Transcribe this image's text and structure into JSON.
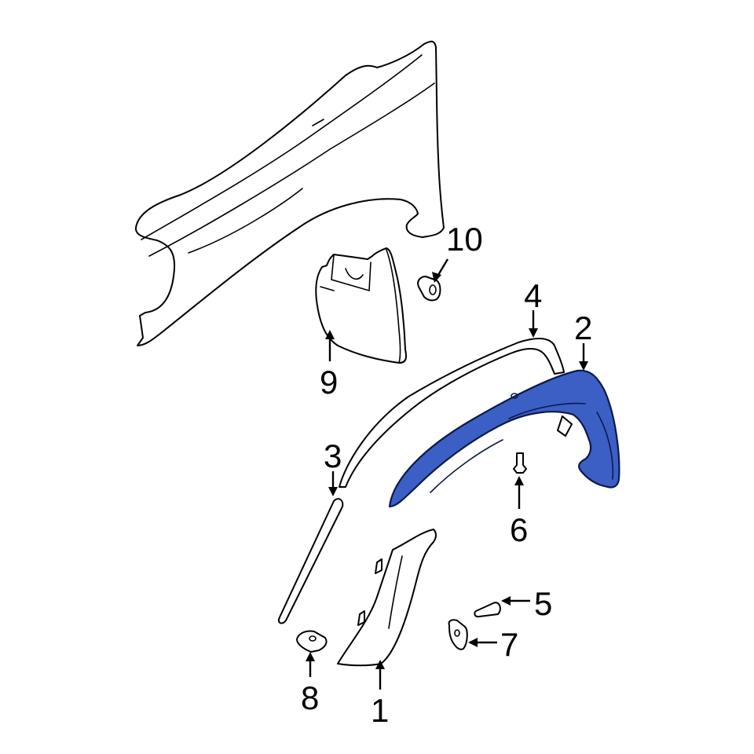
{
  "diagram": {
    "type": "exploded-parts-diagram",
    "subject": "Front fender and wheel opening flare assembly",
    "highlight_color": "#3b5fc4",
    "highlighted_part": "2",
    "callouts": [
      {
        "id": "c1",
        "label": "1",
        "part": "lower-rocker-molding"
      },
      {
        "id": "c2",
        "label": "2",
        "part": "wheel-opening-flare"
      },
      {
        "id": "c3",
        "label": "3",
        "part": "molding-strip"
      },
      {
        "id": "c4",
        "label": "4",
        "part": "flare-weatherstrip"
      },
      {
        "id": "c5",
        "label": "5",
        "part": "screw"
      },
      {
        "id": "c6",
        "label": "6",
        "part": "bolt"
      },
      {
        "id": "c7",
        "label": "7",
        "part": "retainer-clip"
      },
      {
        "id": "c8",
        "label": "8",
        "part": "clip"
      },
      {
        "id": "c9",
        "label": "9",
        "part": "mud-flap"
      },
      {
        "id": "c10",
        "label": "10",
        "part": "grommet"
      }
    ]
  }
}
